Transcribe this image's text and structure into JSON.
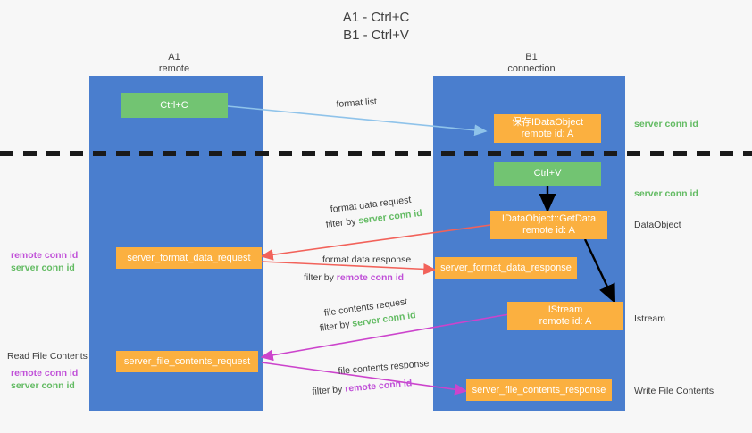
{
  "title": "A1 - Ctrl+C\nB1 - Ctrl+V",
  "columns": {
    "left": {
      "name": "A1",
      "role": "remote",
      "label": "A1\nremote"
    },
    "right": {
      "name": "B1",
      "role": "connection",
      "label": "B1\nconnection"
    }
  },
  "colors": {
    "lane": "#4a7ece",
    "green_box": "#72c472",
    "orange_box": "#fbb040",
    "server_conn_id": "#63bb63",
    "remote_conn_id": "#c050d8",
    "arrow_format_list": "#8fc3ea",
    "arrow_format_data": "#f2625a",
    "arrow_file_contents": "#cc44cc",
    "arrow_internal": "#000000",
    "divider": "#000000",
    "background": "#f7f7f7"
  },
  "boxes": {
    "ctrl_c": {
      "label": "Ctrl+C",
      "style": "green"
    },
    "save_idataobject": {
      "label": "保存IDataObject\nremote id: A",
      "style": "orange"
    },
    "ctrl_v": {
      "label": "Ctrl+V",
      "style": "green"
    },
    "getdata": {
      "label": "IDataObject::GetData\nremote id: A",
      "style": "orange"
    },
    "server_format_data_request": {
      "label": "server_format_data_request",
      "style": "orange"
    },
    "server_format_data_response": {
      "label": "server_format_data_response",
      "style": "orange"
    },
    "istream": {
      "label": "IStream\nremote id: A",
      "style": "orange"
    },
    "server_file_contents_request": {
      "label": "server_file_contents_request",
      "style": "orange"
    },
    "server_file_contents_response": {
      "label": "server_file_contents_response",
      "style": "orange"
    }
  },
  "edge_labels": {
    "format_list": "format list",
    "format_data_request": "format data request",
    "format_data_request_filter_prefix": "filter by ",
    "format_data_request_filter_value": "server conn id",
    "format_data_response": "format data response",
    "format_data_response_filter_prefix": "filter by ",
    "format_data_response_filter_value": "remote conn id",
    "file_contents_request": "file contents request",
    "file_contents_request_filter_prefix": "filter by ",
    "file_contents_request_filter_value": "server conn id",
    "file_contents_response": "file contents response",
    "file_contents_response_filter_prefix": "filter by ",
    "file_contents_response_filter_value": "remote conn id"
  },
  "side_labels": {
    "right_server_conn_id_top": "server conn id",
    "right_server_conn_id_mid": "server conn id",
    "right_dataobject": "DataObject",
    "right_istream": "Istream",
    "right_write_file_contents": "Write File Contents",
    "left_remote_conn_id_mid": "remote conn id",
    "left_server_conn_id_mid": "server conn id",
    "left_read_file_contents": "Read File Contents",
    "left_remote_conn_id_low": "remote conn id",
    "left_server_conn_id_low": "server conn id"
  }
}
